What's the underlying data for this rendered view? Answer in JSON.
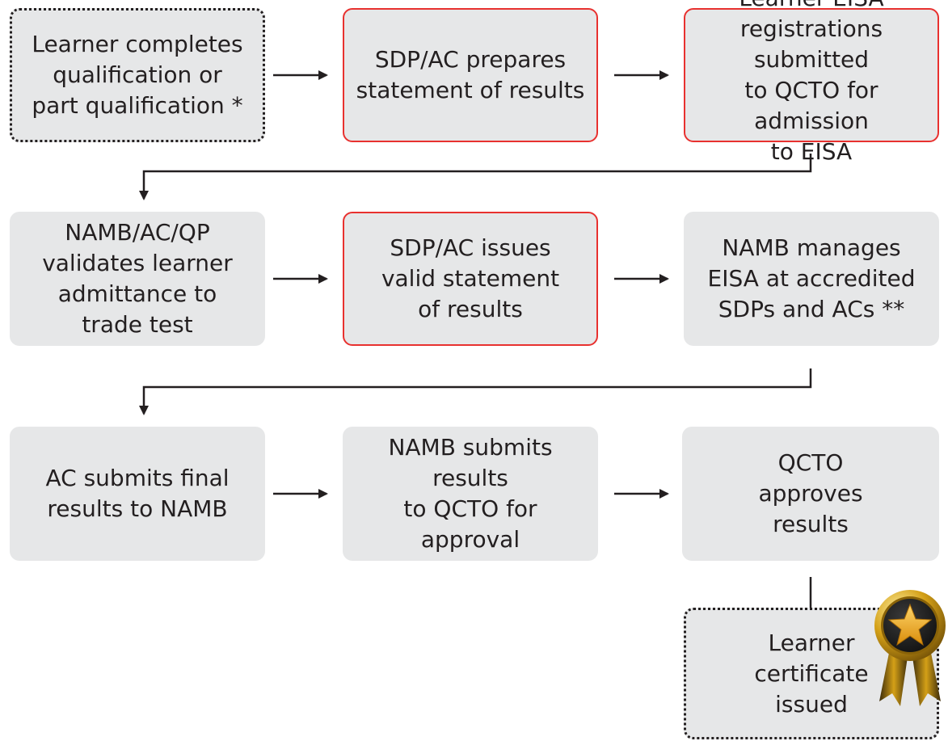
{
  "diagram": {
    "nodes": [
      {
        "id": "n1",
        "text": "Learner completes\nqualification or\npart qualification *",
        "style": "dashed"
      },
      {
        "id": "n2",
        "text": "SDP/AC prepares\nstatement of results",
        "style": "red"
      },
      {
        "id": "n3",
        "text": "Learner EISA\nregistrations submitted\nto QCTO for admission\nto EISA",
        "style": "red"
      },
      {
        "id": "n4",
        "text": "NAMB/AC/QP\nvalidates learner\nadmittance to\ntrade test",
        "style": "plain"
      },
      {
        "id": "n5",
        "text": "SDP/AC issues\nvalid statement\nof results",
        "style": "red"
      },
      {
        "id": "n6",
        "text": "NAMB manages\nEISA at accredited\nSDPs and ACs **",
        "style": "plain"
      },
      {
        "id": "n7",
        "text": "AC submits final\nresults to NAMB",
        "style": "plain"
      },
      {
        "id": "n8",
        "text": "NAMB submits results\nto QCTO for\napproval",
        "style": "plain"
      },
      {
        "id": "n9",
        "text": "QCTO\napproves\nresults",
        "style": "plain"
      },
      {
        "id": "n10",
        "text": "Learner\ncertificate\nissued",
        "style": "dashed"
      }
    ],
    "edges": [
      [
        "n1",
        "n2"
      ],
      [
        "n2",
        "n3"
      ],
      [
        "n3",
        "n4"
      ],
      [
        "n4",
        "n5"
      ],
      [
        "n5",
        "n6"
      ],
      [
        "n6",
        "n7"
      ],
      [
        "n7",
        "n8"
      ],
      [
        "n8",
        "n9"
      ],
      [
        "n9",
        "n10"
      ]
    ]
  },
  "badge": {
    "icon": "award-star-badge-icon",
    "colors": {
      "gold": "#d4a017",
      "dark": "#1a1a1a",
      "star": "#f5b82e"
    }
  },
  "colors": {
    "box_fill": "#e6e7e8",
    "red_border": "#e8312f",
    "line": "#231f20"
  }
}
